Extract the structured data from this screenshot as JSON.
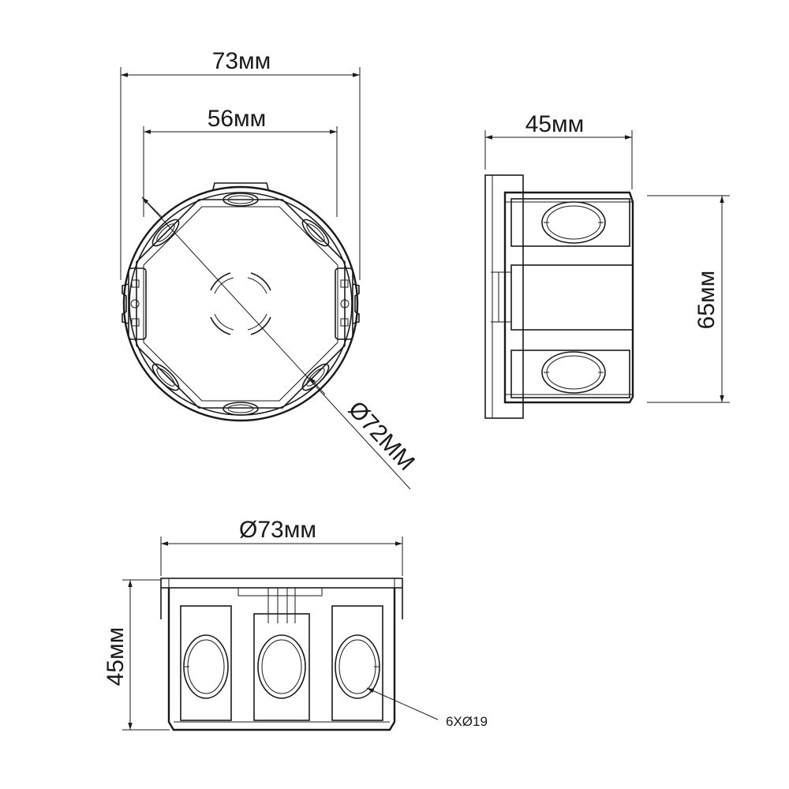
{
  "top_view": {
    "width_outer": "73мм",
    "width_inner": "56мм",
    "diameter": "Ø72ММ"
  },
  "side_view": {
    "depth": "45мм",
    "height": "65мм"
  },
  "front_view": {
    "diameter": "Ø73мм",
    "depth": "45мм",
    "holes": "6XØ19"
  }
}
